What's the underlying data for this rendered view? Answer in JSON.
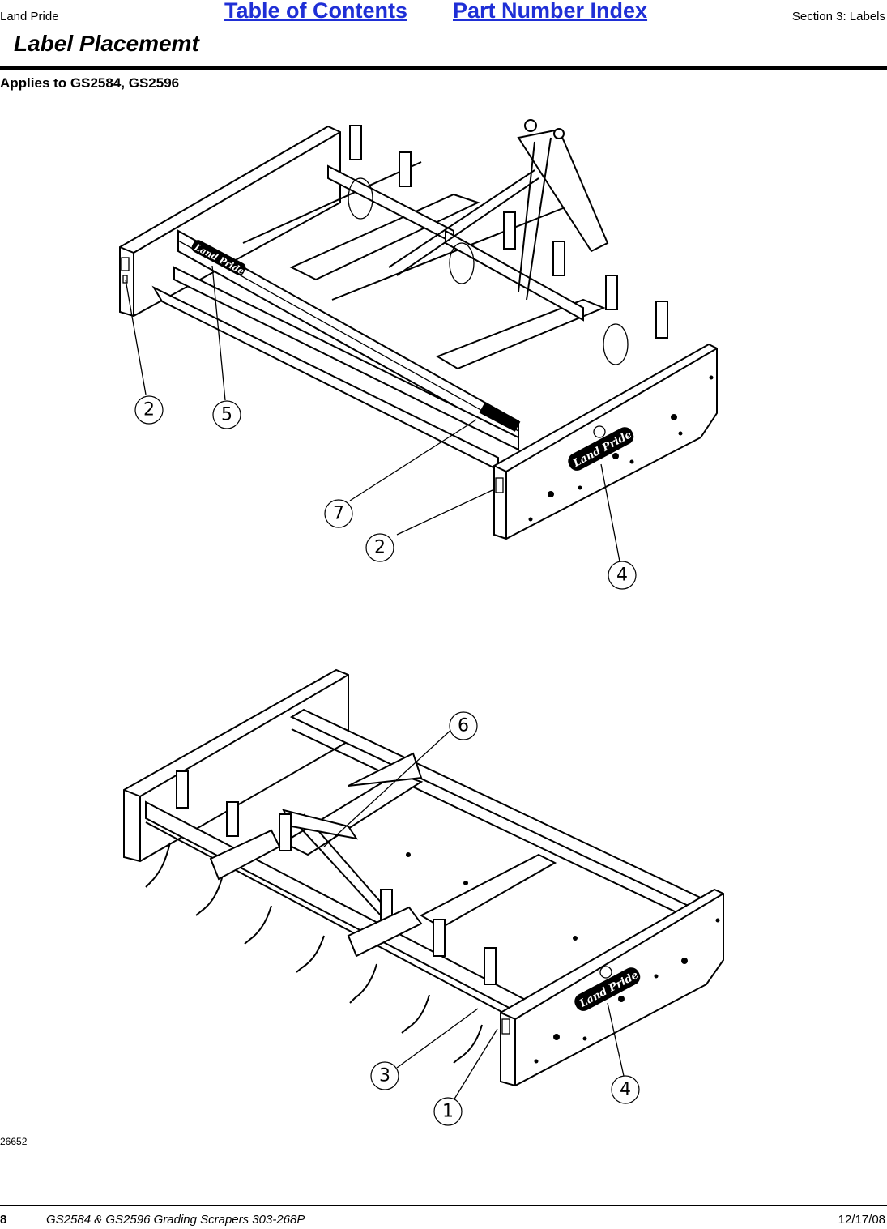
{
  "header": {
    "brand": "Land Pride",
    "toc_link": "Table of Contents",
    "index_link": "Part Number Index",
    "section": "Section 3: Labels"
  },
  "page_title": "Label Placememt",
  "applies": "Applies to GS2584, GS2596",
  "figure_id": "26652",
  "callouts_top": [
    "2",
    "5",
    "7",
    "2",
    "4"
  ],
  "callouts_bottom": [
    "6",
    "3",
    "1",
    "4"
  ],
  "logo_text": "Land Pride",
  "footer": {
    "page": "8",
    "doc": "GS2584 & GS2596 Grading Scrapers 303-268P",
    "date": "12/17/08"
  },
  "colors": {
    "link": "#1f2fd6"
  }
}
